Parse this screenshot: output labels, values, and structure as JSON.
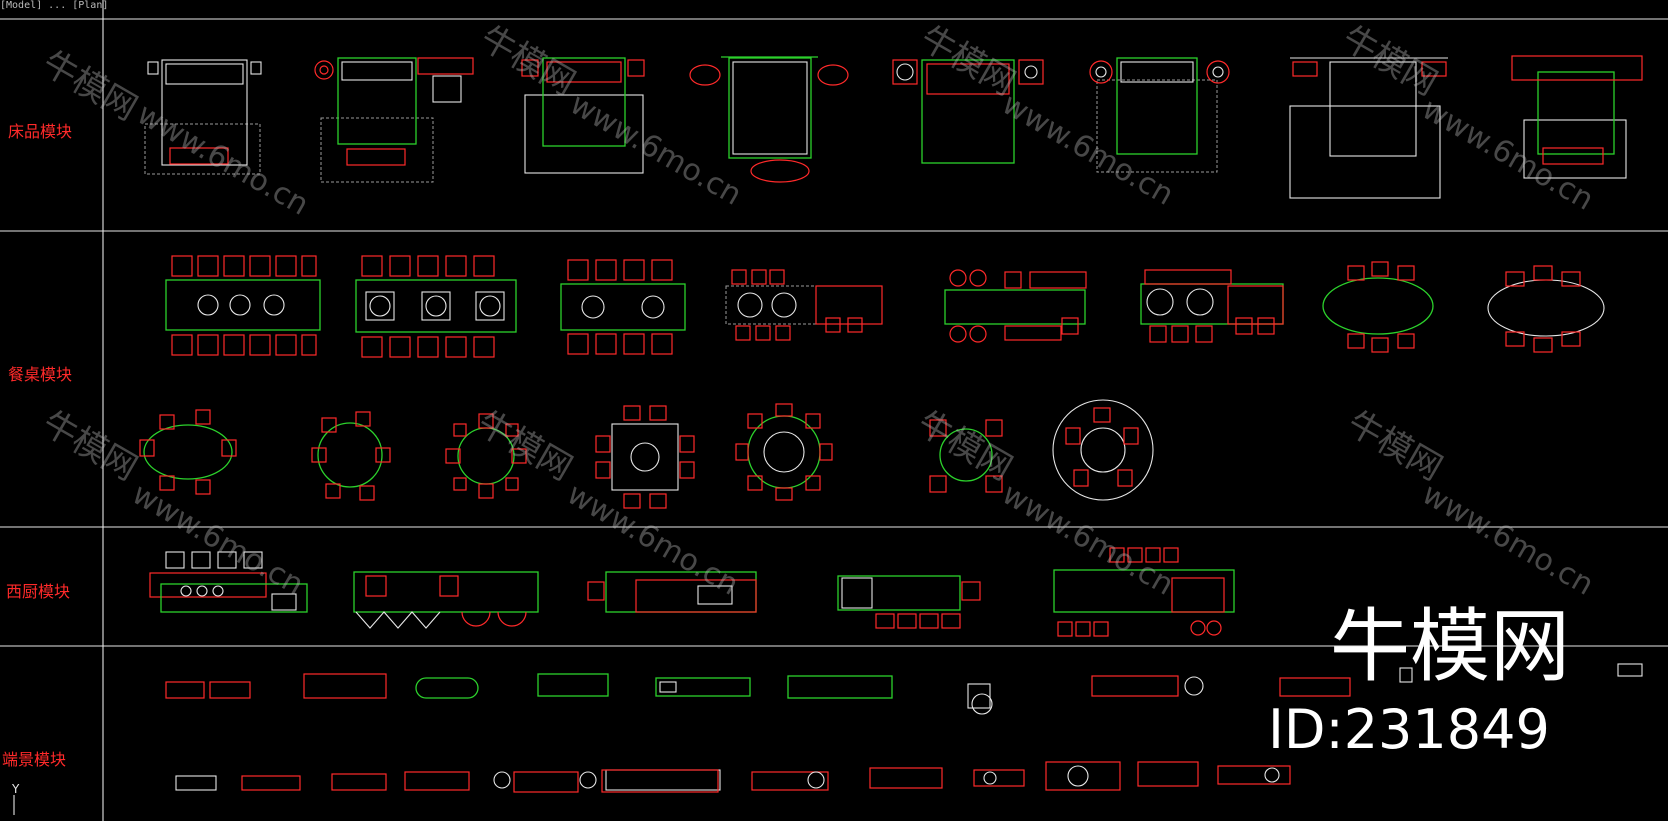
{
  "header": {
    "corner_text": "[Model] ... [Plan]"
  },
  "sections": [
    {
      "label": "床品模块"
    },
    {
      "label": "餐桌模块"
    },
    {
      "label": "西厨模块"
    },
    {
      "label": "端景模块"
    }
  ],
  "watermark": {
    "cn": "牛模网",
    "url": "www.6mo.cn"
  },
  "brand": {
    "name": "牛模网",
    "id": "ID:231849"
  },
  "axis": {
    "y_label": "Y"
  },
  "colors": {
    "background": "#000000",
    "red": "#ff2a2a",
    "green": "#2cd12c",
    "white": "#e6e6e6"
  },
  "icons": [
    "bed-plan-icon",
    "dining-table-plan-icon",
    "kitchen-island-plan-icon",
    "console-plan-icon"
  ]
}
